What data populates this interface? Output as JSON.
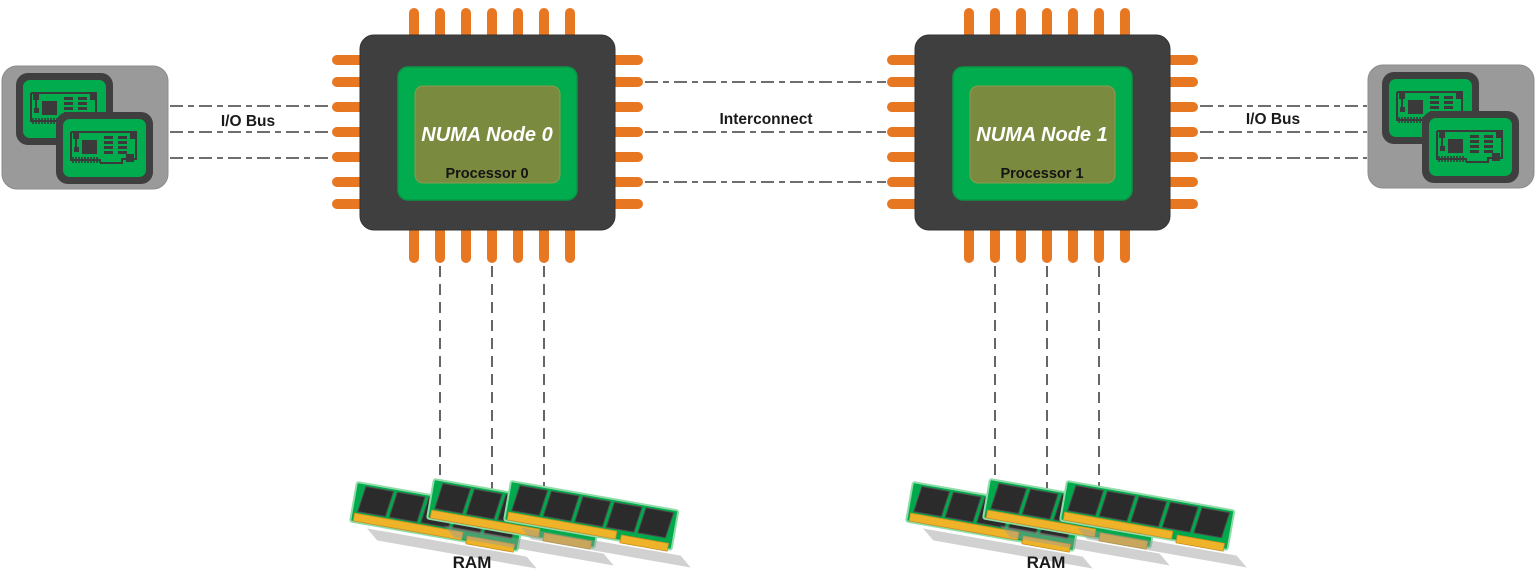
{
  "nodes": {
    "node0": {
      "name": "NUMA Node 0",
      "processor": "Processor 0"
    },
    "node1": {
      "name": "NUMA Node 1",
      "processor": "Processor 1"
    }
  },
  "labels": {
    "io_bus_left": "I/O Bus",
    "io_bus_right": "I/O Bus",
    "interconnect": "Interconnect",
    "ram_left": "RAM",
    "ram_right": "RAM"
  },
  "icons": {
    "cpu_chip": "cpu-chip-icon",
    "io_card": "io-card-icon",
    "ram_dimm": "ram-dimm-icon"
  },
  "colors": {
    "pin_orange": "#E87722",
    "chip_body_gray": "#3F3F3F",
    "bright_green": "#00AC4E",
    "olive_green": "#7A8B40",
    "io_box_gray": "#9A9A9A",
    "dimm_gold": "#EFB32A",
    "dimm_pcb_green": "#00A94C",
    "dashed_line": "#3F3F3F",
    "background": "#FFFFFF"
  }
}
